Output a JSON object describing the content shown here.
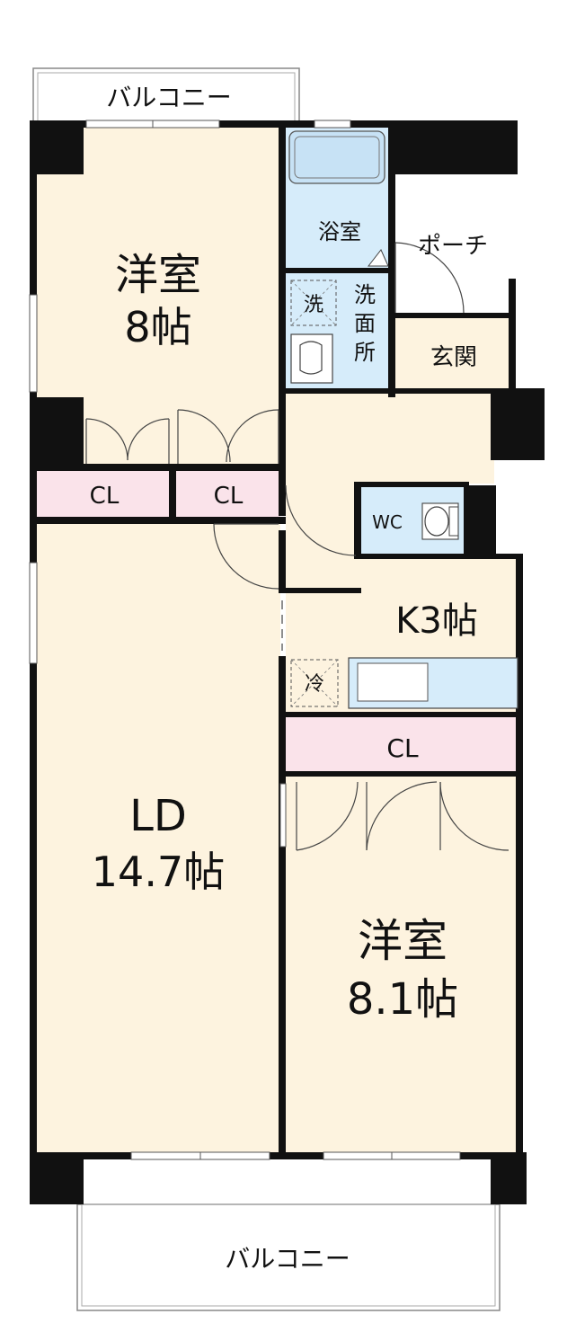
{
  "colors": {
    "room": "#fdf3df",
    "closet": "#fae3ea",
    "wet": "#d6ecfa",
    "wall": "#111111",
    "balcony": "#ffffff",
    "fixture_line": "#444444"
  },
  "labels": {
    "balcony_top": "バルコニー",
    "balcony_bottom": "バルコニー",
    "western_room_1_name": "洋室",
    "western_room_1_size": "8帖",
    "bath": "浴室",
    "porch": "ポーチ",
    "washer": "洗",
    "washroom": [
      "洗",
      "面",
      "所"
    ],
    "entrance": "玄関",
    "closet_1": "CL",
    "closet_2": "CL",
    "toilet": "WC",
    "kitchen": "K3帖",
    "fridge": "冷",
    "closet_3": "CL",
    "living_dining_name": "LD",
    "living_dining_size": "14.7帖",
    "western_room_2_name": "洋室",
    "western_room_2_size": "8.1帖"
  }
}
